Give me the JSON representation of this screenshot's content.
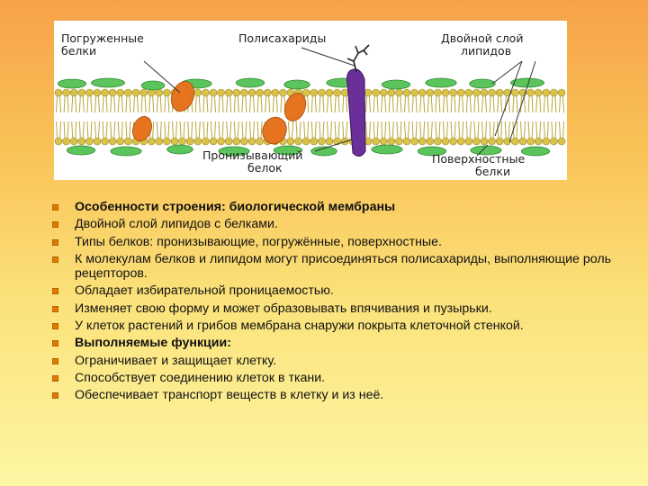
{
  "figure": {
    "labels": {
      "embedded_proteins": [
        "Погруженные",
        "белки"
      ],
      "polysaccharides": "Полисахариды",
      "lipid_bilayer": [
        "Двойной слой",
        "липидов"
      ],
      "transmembrane_protein": [
        "Пронизывающий",
        "белок"
      ],
      "surface_proteins": [
        "Поверхностные",
        "белки"
      ]
    },
    "colors": {
      "lipid_head": "#d8c24a",
      "lipid_tail": "#b8a63a",
      "surface_protein": "#5cc45c",
      "embedded_protein": "#e6731e",
      "transmembrane_protein": "#6b2f99"
    }
  },
  "bullets": [
    {
      "text": "Особенности строения: биологической мембраны",
      "bold": true
    },
    {
      "text": "Двойной слой липидов с белками.",
      "bold": false
    },
    {
      "text": "Типы белков: пронизывающие, погружённые, поверхностные.",
      "bold": false
    },
    {
      "text": "К молекулам белков и липидом могут присоединяться полисахариды, выполняющие роль рецепторов.",
      "bold": false
    },
    {
      "text": "Обладает избирательной проницаемостью.",
      "bold": false
    },
    {
      "text": "Изменяет свою форму и может образовывать впячивания и пузырьки.",
      "bold": false
    },
    {
      "text": "У клеток растений и грибов мембрана снаружи покрыта клеточной стенкой.",
      "bold": false
    },
    {
      "text": "Выполняемые функции:",
      "bold": true
    },
    {
      "text": "Ограничивает и защищает клетку.",
      "bold": false
    },
    {
      "text": "Способствует соединению клеток в ткани.",
      "bold": false
    },
    {
      "text": "Обеспечивает транспорт веществ в клетку и из неё.",
      "bold": false
    }
  ]
}
